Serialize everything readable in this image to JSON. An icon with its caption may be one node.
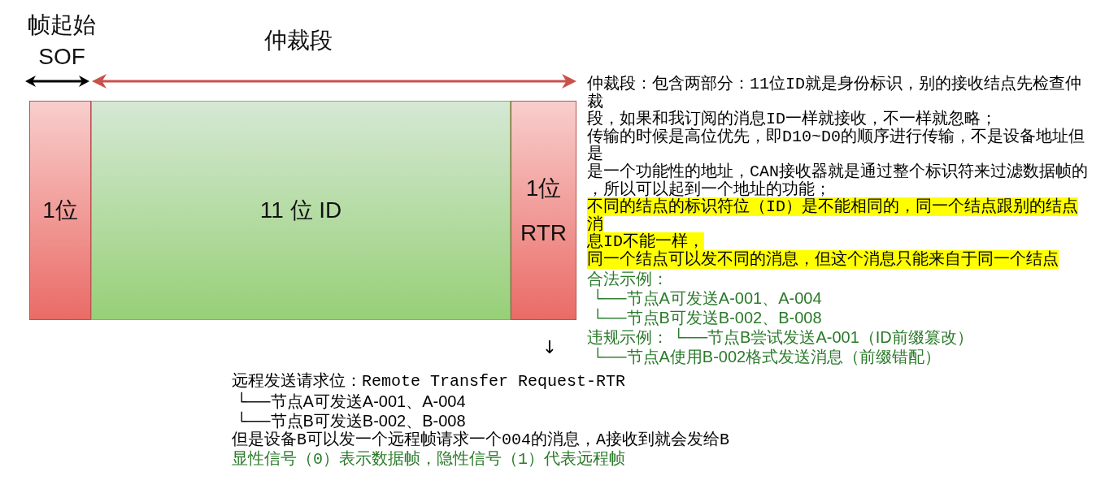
{
  "diagram": {
    "nodes": [
      {
        "text": [
          "1位"
        ]
      },
      {
        "text": [
          "11 位 ID"
        ]
      },
      {
        "text": [
          "1位",
          "RTR"
        ]
      }
    ],
    "labels": [
      "帧起始",
      "SOF",
      "仲裁段",
      "仲裁段：包含两部分：11位ID就是身份标识，别的接收结点先检查仲裁",
      "段，如果和我订阅的消息ID一样就接收，不一样就忽略；",
      "传输的时候是高位优先，即D10~D0的顺序进行传输，不是设备地址但是",
      "是一个功能性的地址，CAN接收器就是通过整个标识符来过滤数据帧的，所以可以起到一个地址的功能；",
      "不同的结点的标识符位（ID）是不能相同的，同一个结点跟别的结点消",
      "息ID不能一样，",
      "同一个结点可以发不同的消息，但这个消息只能来自于同一个结点",
      "合法示例：",
      "└──节点A可发送A-001、A-004",
      "└──节点B可发送B-002、B-008",
      "违规示例： └──节点B尝试发送A-001（ID前缀篡改）",
      "└──节点A使用B-002格式发送消息（前缀错配）",
      "↓",
      "远程发送请求位：Remote Transfer Request-RTR",
      "└──节点A可发送A-001、A-004",
      "└──节点B可发送B-002、B-008",
      "但是设备B可以发一个远程帧请求一个004的消息，A接收到就会发给B",
      "显性信号（0）表示数据帧，隐性信号（1）代表远程帧"
    ]
  }
}
